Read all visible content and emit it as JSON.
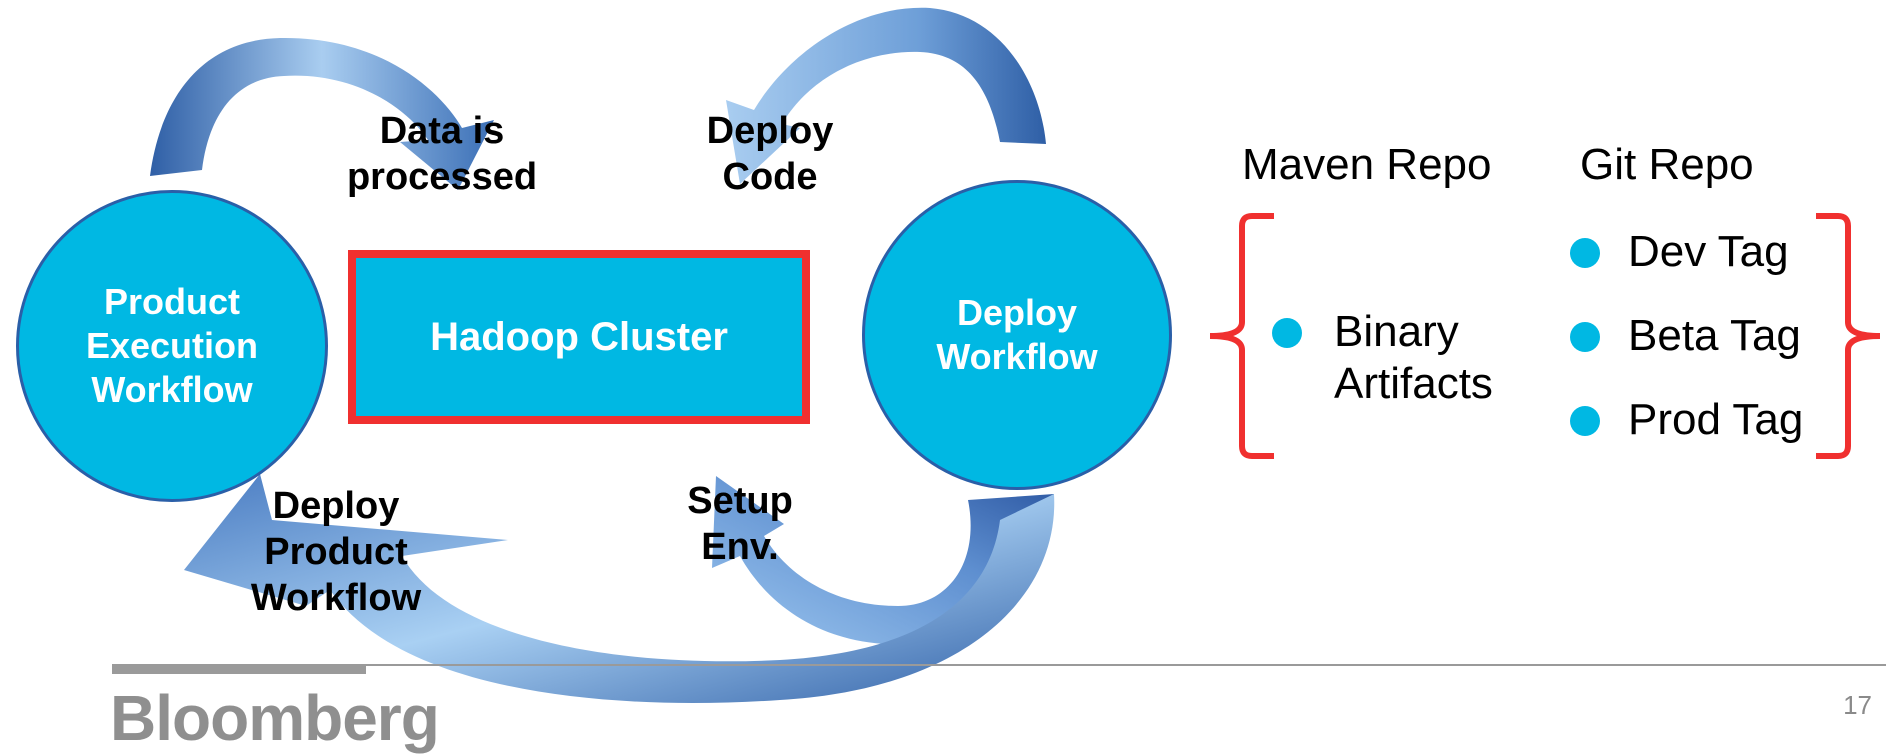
{
  "diagram": {
    "nodes": {
      "product_execution_workflow": "Product\nExecution\nWorkflow",
      "hadoop_cluster": "Hadoop Cluster",
      "deploy_workflow": "Deploy\nWorkflow"
    },
    "arrow_labels": {
      "data_is_processed": "Data is\nprocessed",
      "deploy_code": "Deploy\nCode",
      "setup_env": "Setup\nEnv.",
      "deploy_product_workflow": "Deploy\nProduct\nWorkflow"
    }
  },
  "repos": {
    "maven": {
      "title": "Maven Repo",
      "items": [
        "Binary\nArtifacts"
      ]
    },
    "git": {
      "title": "Git Repo",
      "items": [
        "Dev Tag",
        "Beta Tag",
        "Prod Tag"
      ]
    }
  },
  "footer": {
    "brand": "Bloomberg",
    "page_number": "17"
  },
  "colors": {
    "node_fill": "#00b8e3",
    "node_border": "#2a5fa8",
    "box_border": "#f0302f",
    "arrow_light": "#a9cdf0",
    "arrow_dark": "#2f5fa6",
    "bracket": "#f0302f",
    "footer_gray": "#9a9a9a"
  }
}
